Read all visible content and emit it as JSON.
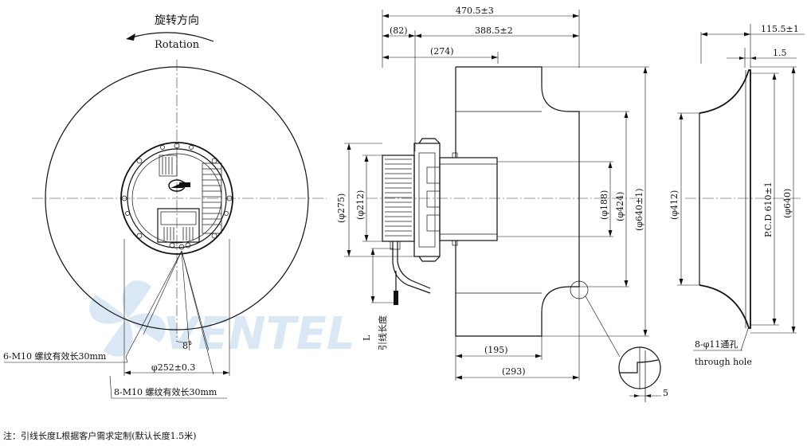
{
  "front_view": {
    "rotation_cn": "旋转方向",
    "rotation_en": "Rotation",
    "label_m10_6": "6-M10 螺纹有效长30mm",
    "label_m10_8": "8-M10 螺纹有效长30mm",
    "angle": "8°",
    "dia_252": "φ252±0.3"
  },
  "side_view": {
    "dim_total": "470.5±3",
    "dim_82": "(82)",
    "dim_388": "388.5±2",
    "dim_274": "(274)",
    "dim_275": "(φ275)",
    "dim_212": "(φ212)",
    "dim_188": "(φ188)",
    "dim_424": "(φ424)",
    "dim_640": "(φ640±1)",
    "dim_195": "(195)",
    "dim_293": "(293)",
    "dim_5": "5",
    "lead_L": "L",
    "lead_length": "引线长度"
  },
  "ring_view": {
    "dim_115": "115.5±1",
    "dim_1_5": "1.5",
    "dim_412": "(φ412)",
    "dim_pcd": "P.C.D 610±1",
    "dim_640": "(φ640)",
    "holes_cn": "8-φ11通孔",
    "holes_en": "through hole"
  },
  "note": "注：引线长度L根据客户需求定制(默认长度1.5米)",
  "watermark": "VENTEL"
}
